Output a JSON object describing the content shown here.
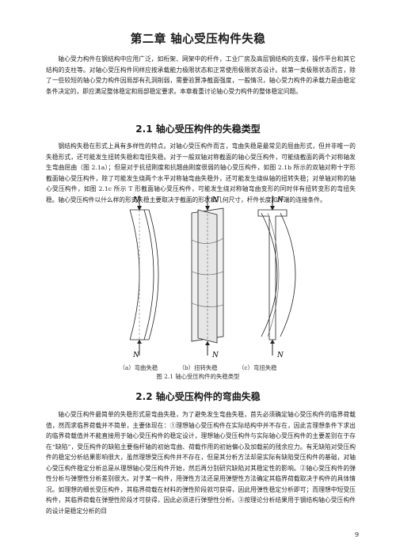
{
  "chapter_title": "第二章  轴心受压构件失稳",
  "intro_paragraph": "轴心受力构件在钢结构中应用广泛，如桁架、网架中的杆件，工业厂房及高层钢结构的支撑，操作平台和其它结构的支柱等。对轴心受压构件同样应按承载能力极限状态和正常使用极限状态设计。就第一类极限状态而言，除了一些较短的轴心受力构件因局部有孔洞削弱，需要验算净截面强度，一般情况，轴心受力构件的承载力是由稳定条件决定的，即应满足整体稳定和局部稳定要求。本章着重讨论轴心受力构件的整体稳定问题。",
  "section_1": {
    "title": "2.1 轴心受压构件的失稳类型",
    "paragraph": "钢结构失稳在形式上具有多样性的特点。对轴心受压构件而言，弯曲失稳是最常见的屈曲形式，但并非唯一的失稳形式，还可能发生扭转失稳和弯扭失稳。对于一般双轴对称截面的轴心受压构件，可能绕截面的两个对称轴发生弯曲屈曲（图 2.1a）；但是对于抗扭刚度和抗翘曲刚度很弱的轴心受压构件，如图 2.1b 所示的双轴对称十字形截面轴心受压构件，除了可能发生绕两个水平对称轴弯曲失稳外，还可能发生绕纵轴的扭转失稳；对单轴对称的轴心受压构件，如图 2.1c 所示 T 形截面轴心受压构件，可能发生绕对称轴弯曲变形的同时伴有扭转变形的弯扭失稳。轴心受压构件以什么样的形式失稳主要取决于截面的形状和几何尺寸，杆件长度和杆端的连接条件。"
  },
  "figure": {
    "force_label": "N",
    "subcaptions": [
      "（a）弯曲失稳",
      "（b）扭转失稳",
      "（c）弯扭失稳"
    ],
    "caption": "图 2.1  轴心受压构件的失稳类型"
  },
  "section_2": {
    "title": "2.2  轴心受压构件的弯曲失稳",
    "paragraph": "轴心受压构件最简单的失稳形式是弯曲失稳，为了避免发生弯曲失稳，首先必须确定轴心受压构件的临界荷载值，然而求临界荷载并不简单，主要体现在：①理想轴心受压构件在实际结构中并不存在，因此言理想条件下求出的临界荷载值并不能直接用于轴心受压构件的稳定设计，理想轴心受压构件与实际轴心受压构件的主要差别在于存在“缺陷”，受压构件的缺陷主要指杆轴的初始弯曲、荷载作用的初始偏心及加载前的残余应力。有无缺陷对受压构件的稳定分析结果影响很大，虽然理想受压构件并不存在，但是其分析方法却是实际有缺陷受压构件的基础，对轴心受压构件稳定分析总是从理想轴心受压构件开始，然后再分别研究缺陷对其稳定性的影响。②轴心受压构件的弹性分析与弹塑性分析差别很大。对于某一构件，用弹性方法还是用弹塑性方法确定其临界荷载取决于构件的具体情况。如理想的细长受压构件，其临界荷载在材料的弹性阶段就可获得，因此用弹性稳定分析即可；而理想中短受压构件，其临界荷载在弹塑性阶段才可获得，因此必须进行弹塑性分析。③按理论分析结果用于钢结构轴心受压构件的设计是稳定分析的目"
  },
  "page_number": "9"
}
